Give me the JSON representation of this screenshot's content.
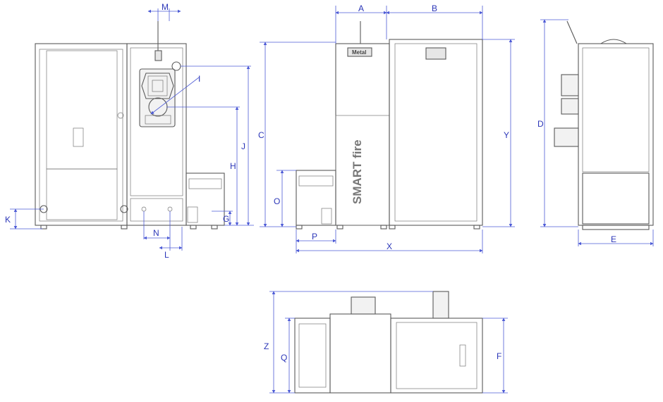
{
  "drawing": {
    "brand_text": "SMART fire",
    "logo_text": "Metal",
    "colors": {
      "outline": "#5a5a5a",
      "dimension": "#4d5bd6",
      "dimension_text": "#2b36b8"
    },
    "labels": {
      "A": "A",
      "B": "B",
      "C": "C",
      "D": "D",
      "E": "E",
      "F": "F",
      "G": "G",
      "H": "H",
      "I": "I",
      "J": "J",
      "K": "K",
      "L": "L",
      "M": "M",
      "N": "N",
      "O": "O",
      "P": "P",
      "Q": "Q",
      "X": "X",
      "Y": "Y",
      "Z": "Z"
    }
  }
}
